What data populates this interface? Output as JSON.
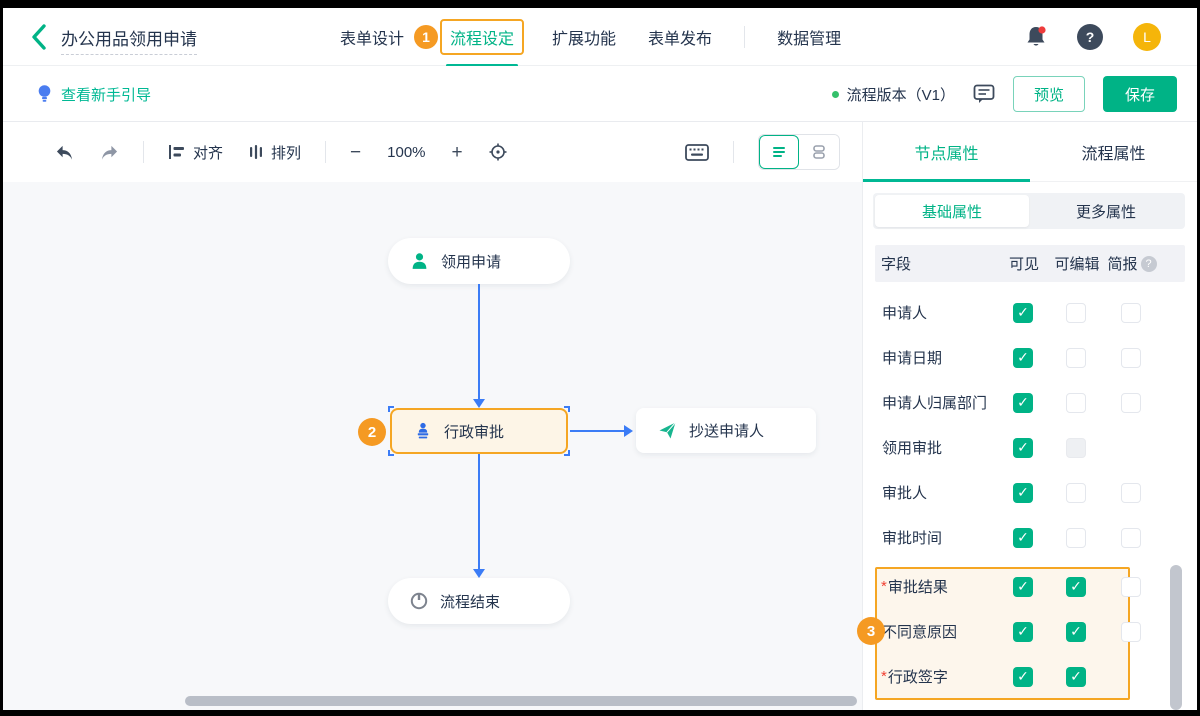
{
  "header": {
    "title": "办公用品领用申请",
    "nav_tabs": [
      {
        "label": "表单设计"
      },
      {
        "label": "流程设定",
        "active": true,
        "badge": "1"
      },
      {
        "label": "扩展功能"
      },
      {
        "label": "表单发布"
      },
      {
        "label": "数据管理"
      }
    ],
    "help_label": "?",
    "avatar_label": "L"
  },
  "subheader": {
    "guide_label": "查看新手引导",
    "version_label": "流程版本（V1）",
    "preview_button": "预览",
    "save_button": "保存"
  },
  "toolbar": {
    "align_label": "对齐",
    "arrange_label": "排列",
    "zoom_out": "−",
    "zoom_level": "100%",
    "zoom_in": "+"
  },
  "flowchart": {
    "nodes": {
      "start": {
        "label": "领用申请"
      },
      "approval": {
        "label": "行政审批",
        "badge": "2"
      },
      "cc": {
        "label": "抄送申请人"
      },
      "end": {
        "label": "流程结束"
      }
    }
  },
  "panel": {
    "tabs": [
      {
        "label": "节点属性",
        "active": true
      },
      {
        "label": "流程属性"
      }
    ],
    "subtabs": [
      {
        "label": "基础属性",
        "active": true
      },
      {
        "label": "更多属性"
      }
    ],
    "field_table": {
      "headers": {
        "field": "字段",
        "visible": "可见",
        "editable": "可编辑",
        "report": "简报",
        "help": "?"
      },
      "rows": [
        {
          "label": "申请人",
          "star": "",
          "visible": "checked",
          "editable": "unchecked",
          "report": "unchecked"
        },
        {
          "label": "申请日期",
          "star": "",
          "visible": "checked",
          "editable": "unchecked",
          "report": "unchecked"
        },
        {
          "label": "申请人归属部门",
          "star": "",
          "visible": "checked",
          "editable": "unchecked",
          "report": "unchecked"
        },
        {
          "label": "领用审批",
          "star": "",
          "visible": "checked",
          "editable": "disabled",
          "report": "none"
        },
        {
          "label": "审批人",
          "star": "",
          "visible": "checked",
          "editable": "unchecked",
          "report": "unchecked"
        },
        {
          "label": "审批时间",
          "star": "",
          "visible": "checked",
          "editable": "unchecked",
          "report": "unchecked"
        },
        {
          "label": "审批结果",
          "star": "*",
          "visible": "checked",
          "editable": "checked",
          "report": "unchecked"
        },
        {
          "label": "不同意原因",
          "star": "",
          "visible": "checked",
          "editable": "checked",
          "report": "unchecked"
        },
        {
          "label": "行政签字",
          "star": "*",
          "visible": "checked",
          "editable": "checked",
          "report": "none"
        }
      ],
      "highlight_badge": "3"
    }
  },
  "colors": {
    "accent_green": "#00b386",
    "accent_orange": "#f5a623",
    "arrow_blue": "#3b7cf6",
    "dark_text": "#24344d"
  }
}
